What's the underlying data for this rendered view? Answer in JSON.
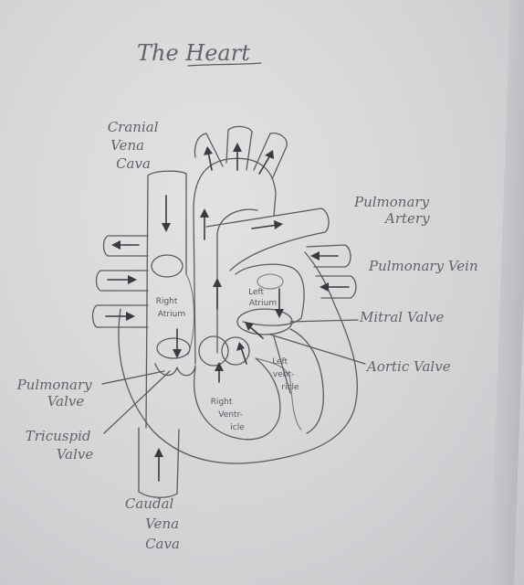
{
  "title": "The Heart",
  "labels": {
    "cranial_vena_cava": [
      "Cranial",
      "Vena",
      "Cava"
    ],
    "pulmonary_artery": [
      "Pulmonary",
      "Artery"
    ],
    "pulmonary_vein": "Pulmonary Vein",
    "mitral_valve": "Mitral Valve",
    "aortic_valve": "Aortic Valve",
    "pulmonary_valve": [
      "Pulmonary",
      "Valve"
    ],
    "tricuspid_valve": [
      "Tricuspid",
      "Valve"
    ],
    "caudal_vena_cava": [
      "Caudal",
      "Vena",
      "Cava"
    ],
    "right_atrium": [
      "Right",
      "Atrium"
    ],
    "left_atrium": [
      "Left",
      "Atrium"
    ],
    "right_ventricle": [
      "Right",
      "Ventr-",
      "icle"
    ],
    "left_ventricle": [
      "Left",
      "vent-",
      "ricle"
    ]
  },
  "colors": {
    "paper": "#d9dadc",
    "pencil": "#5a5b5e",
    "arrow": "#3a3b3e"
  }
}
